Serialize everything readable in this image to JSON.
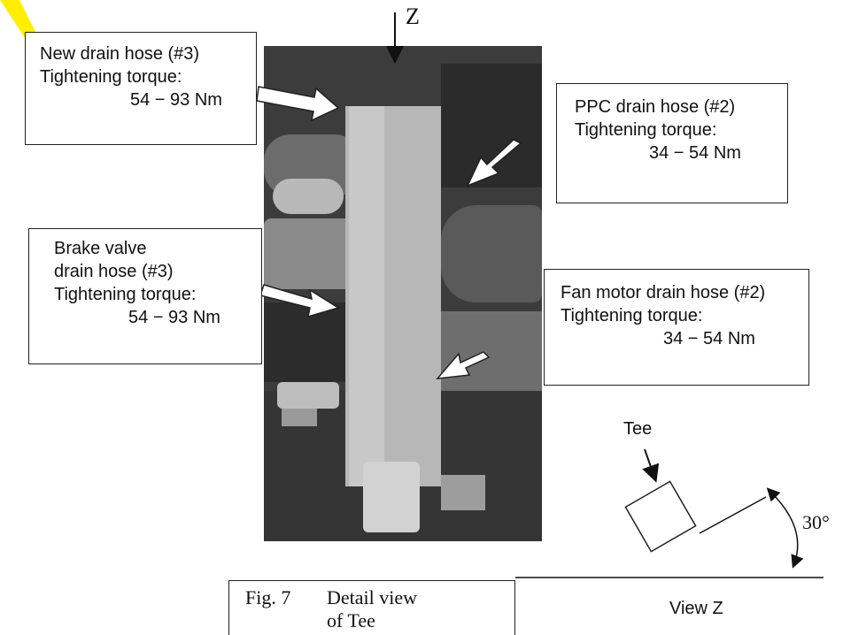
{
  "highlight_color": "#ffee00",
  "z_label": "Z",
  "callouts": {
    "new_drain": {
      "line1": "New drain hose (#3)",
      "line2": "Tightening torque:",
      "line3": "54 − 93 Nm"
    },
    "ppc_drain": {
      "line1": "PPC drain hose (#2)",
      "line2": "Tightening torque:",
      "line3": "34 − 54 Nm"
    },
    "brake_drain": {
      "line1": "Brake valve",
      "line2": "drain hose (#3)",
      "line3": "Tightening torque:",
      "line4": "54 − 93 Nm"
    },
    "fan_drain": {
      "line1": "Fan motor drain hose (#2)",
      "line2": "Tightening torque:",
      "line3": "34 − 54 Nm"
    }
  },
  "view_z": {
    "tee_label": "Tee",
    "angle_label": "30°",
    "view_label": "View Z"
  },
  "caption": {
    "fig": "Fig. 7",
    "title_line1": "Detail view",
    "title_line2": "of Tee"
  }
}
